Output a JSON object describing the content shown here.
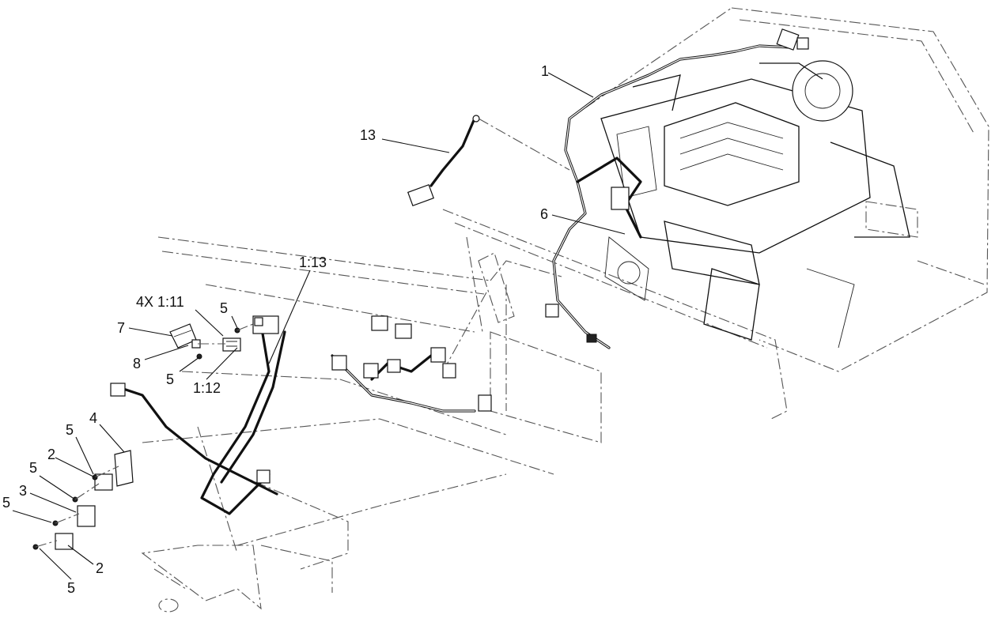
{
  "callouts": {
    "c1": "1",
    "c13": "13",
    "c6": "6",
    "c1_13": "1:13",
    "c4x_1_11": "4X 1:11",
    "c5_top": "5",
    "c7": "7",
    "c8": "8",
    "c5_mid": "5",
    "c1_12": "1:12",
    "c4": "4",
    "c5_a": "5",
    "c2_top": "2",
    "c5_b": "5",
    "c3": "3",
    "c5_c": "5",
    "c2_bottom": "2",
    "c5_bottom": "5"
  }
}
